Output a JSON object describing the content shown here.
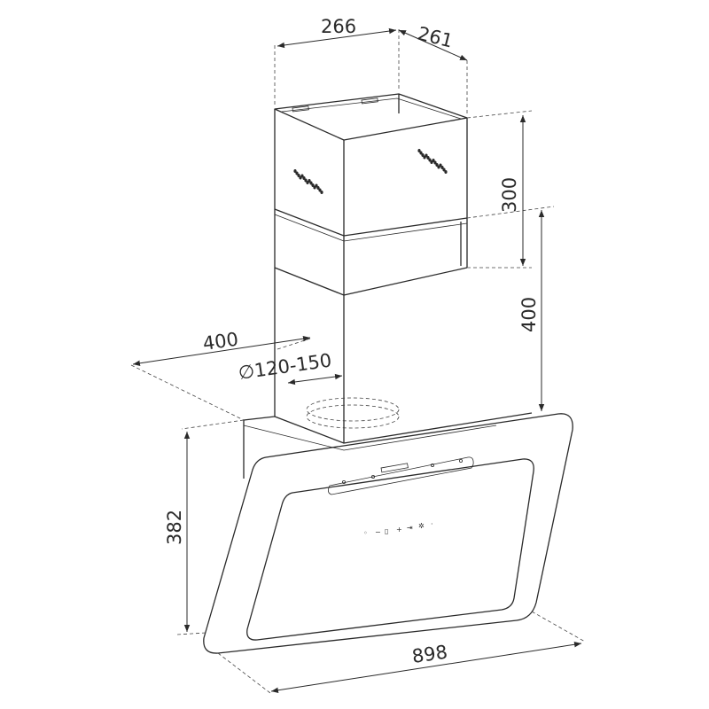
{
  "title": "Cooker hood dimension drawing",
  "dimensions": {
    "chimney_width": "266",
    "chimney_depth": "261",
    "upper_chimney_height": "300",
    "lower_chimney_height": "400",
    "wall_depth": "400",
    "duct_diameter": "∅120-150",
    "hood_height": "382",
    "hood_width": "898"
  },
  "control_panel": {
    "icons": [
      "power-icon",
      "minus-icon",
      "display-icon",
      "plus-icon",
      "timer-icon",
      "boost-icon",
      "light-icon"
    ]
  },
  "colors": {
    "line": "#2a2a2a",
    "background": "#ffffff"
  }
}
